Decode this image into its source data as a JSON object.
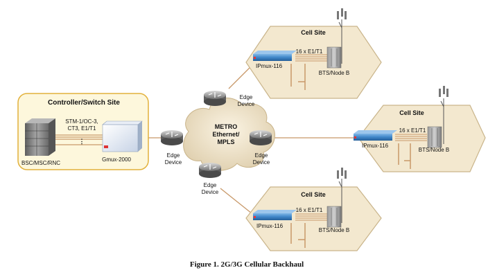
{
  "controller_site": {
    "title": "Controller/Switch Site",
    "bsc_label": "BSC/MSC/RNC",
    "link_label_1": "STM-1/OC-3,",
    "link_label_2": "CT3, E1/T1",
    "gmux_label": "Gmux-2000"
  },
  "edge_devices": [
    {
      "label_1": "Edge",
      "label_2": "Device"
    },
    {
      "label_1": "Edge",
      "label_2": "Device"
    },
    {
      "label_1": "Edge",
      "label_2": "Device"
    },
    {
      "label_1": "Edge",
      "label_2": "Device"
    }
  ],
  "cloud": {
    "line1": "METRO",
    "line2": "Ethernet/",
    "line3": "MPLS"
  },
  "cell_sites": [
    {
      "title": "Cell Site",
      "ipmux_label": "IPmux-116",
      "link_label": "16 x E1/T1",
      "bts_label": "BTS/Node B"
    },
    {
      "title": "Cell Site",
      "ipmux_label": "IPmux-116",
      "link_label": "16 x E1/T1",
      "bts_label": "BTS/Node B"
    },
    {
      "title": "Cell Site",
      "ipmux_label": "IPmux-116",
      "link_label": "16 x E1/T1",
      "bts_label": "BTS/Node B"
    }
  ],
  "caption": "Figure 1.  2G/3G Cellular Backhaul",
  "colors": {
    "site_fill": "#f3e8cf",
    "site_stroke": "#c9b48a",
    "controller_fill": "#fdf7dc",
    "controller_stroke": "#e2b13b",
    "link_line": "#c89868",
    "ipmux_blue": "#3f86c8"
  }
}
